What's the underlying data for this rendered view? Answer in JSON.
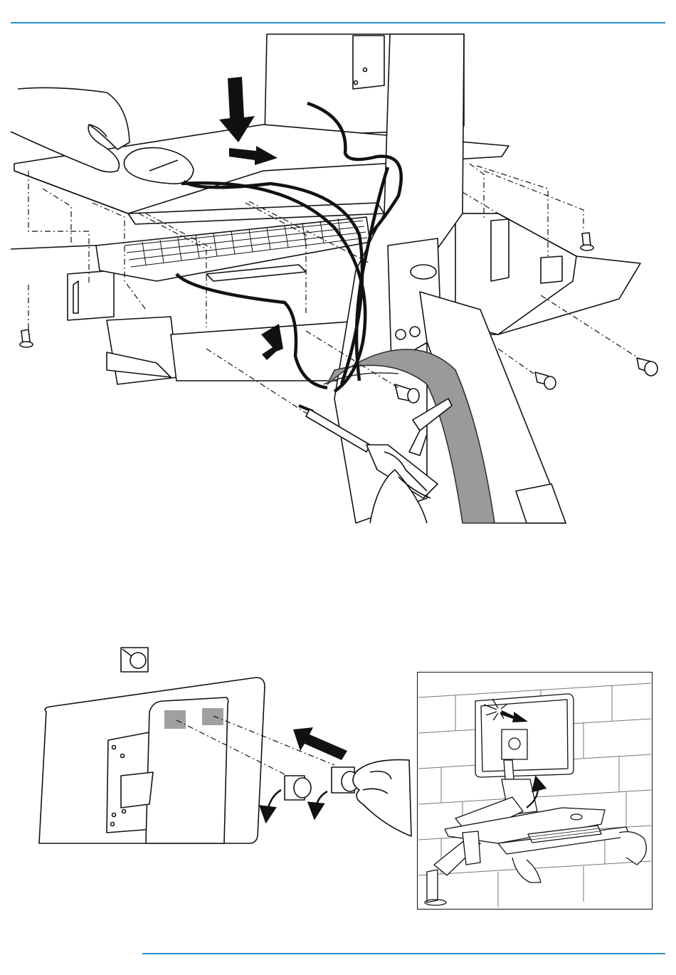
{
  "page": {
    "accent_color": "#2a8fd0"
  },
  "figures": {
    "step_1": {
      "icon": "installation-illustration"
    },
    "step_2": {
      "icon": "vesa-bumper-illustration"
    },
    "inset": {
      "icon": "wall-mounted-unit-illustration"
    }
  }
}
